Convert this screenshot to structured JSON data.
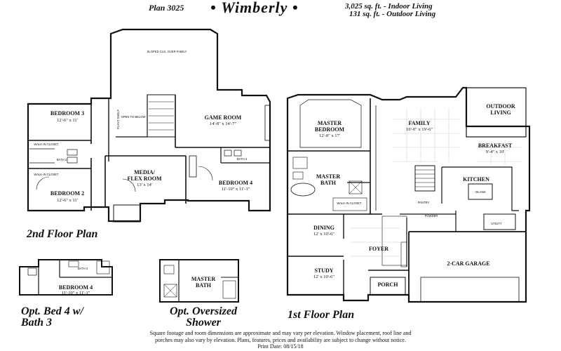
{
  "header": {
    "plan_number": "Plan 3025",
    "plan_name": "Wimberly",
    "indoor_sqft": "3,025 sq. ft. - Indoor Living",
    "outdoor_sqft": "131 sq. ft. - Outdoor Living"
  },
  "captions": {
    "second_floor": "2nd Floor Plan",
    "first_floor": "1st Floor Plan",
    "opt_bed4_line1": "Opt. Bed 4 w/",
    "opt_bed4_line2": "Bath 3",
    "opt_shower_line1": "Opt. Oversized",
    "opt_shower_line2": "Shower"
  },
  "disclaimer": {
    "line1": "Square footage and room dimensions are approximate and may vary per elevation. Window placement, roof line and",
    "line2": "porches may also vary by elevation. Plans, features, prices and availability are subject to change without notice.",
    "line3": "Print Date: 08/15/18"
  },
  "second_floor": {
    "bedroom3": {
      "name": "BEDROOM 3",
      "dim": "12'-6\" x 11'"
    },
    "bedroom2": {
      "name": "BEDROOM 2",
      "dim": "12'-6\" x 11'"
    },
    "bath2": "BATH 2",
    "walkin_closet_1": "WALK-IN CLOSET",
    "walkin_closet_2": "WALK-IN CLOSET",
    "open_to_below": "OPEN TO BELOW",
    "sloped_clg": "SLOPED CLG. OVER FAMILY",
    "plant_shelf": "PLANT SHELF",
    "game_room": {
      "name": "GAME ROOM",
      "dim": "14'-8\" x 14'-7\""
    },
    "media": {
      "name1": "MEDIA/",
      "name2": "FLEX ROOM",
      "dim": "13' x 14'"
    },
    "bath3": "BATH 3",
    "bedroom4": {
      "name": "BEDROOM 4",
      "dim": "11'-10\" x 11'-1\""
    }
  },
  "first_floor": {
    "master_bedroom": {
      "name1": "MASTER",
      "name2": "BEDROOM",
      "dim": "12'-8\" x 17'"
    },
    "master_bath": {
      "name1": "MASTER",
      "name2": "BATH"
    },
    "walkin_closet": "WALK-IN CLOSET",
    "family": {
      "name": "FAMILY",
      "dim": "16'-0\" x 19'-6\""
    },
    "outdoor_living": {
      "name1": "OUTDOOR",
      "name2": "LIVING"
    },
    "breakfast": {
      "name": "BREAKFAST",
      "dim": "9'-4\" x 10'"
    },
    "kitchen": "KITCHEN",
    "island": "ISLAND",
    "pantry": "PANTRY",
    "powder": "POWDER",
    "utility": "UTILITY",
    "dining": {
      "name": "DINING",
      "dim": "12' x 10'-6\""
    },
    "foyer": "FOYER",
    "study": {
      "name": "STUDY",
      "dim": "12' x 10'-6\""
    },
    "porch": "PORCH",
    "garage": "2-CAR GARAGE"
  },
  "option_bed4": {
    "bath": "BATH 3",
    "bedroom": "BEDROOM 4",
    "dim": "11'-10\" x 11'-1\""
  },
  "option_shower": {
    "name1": "MASTER",
    "name2": "BATH"
  }
}
